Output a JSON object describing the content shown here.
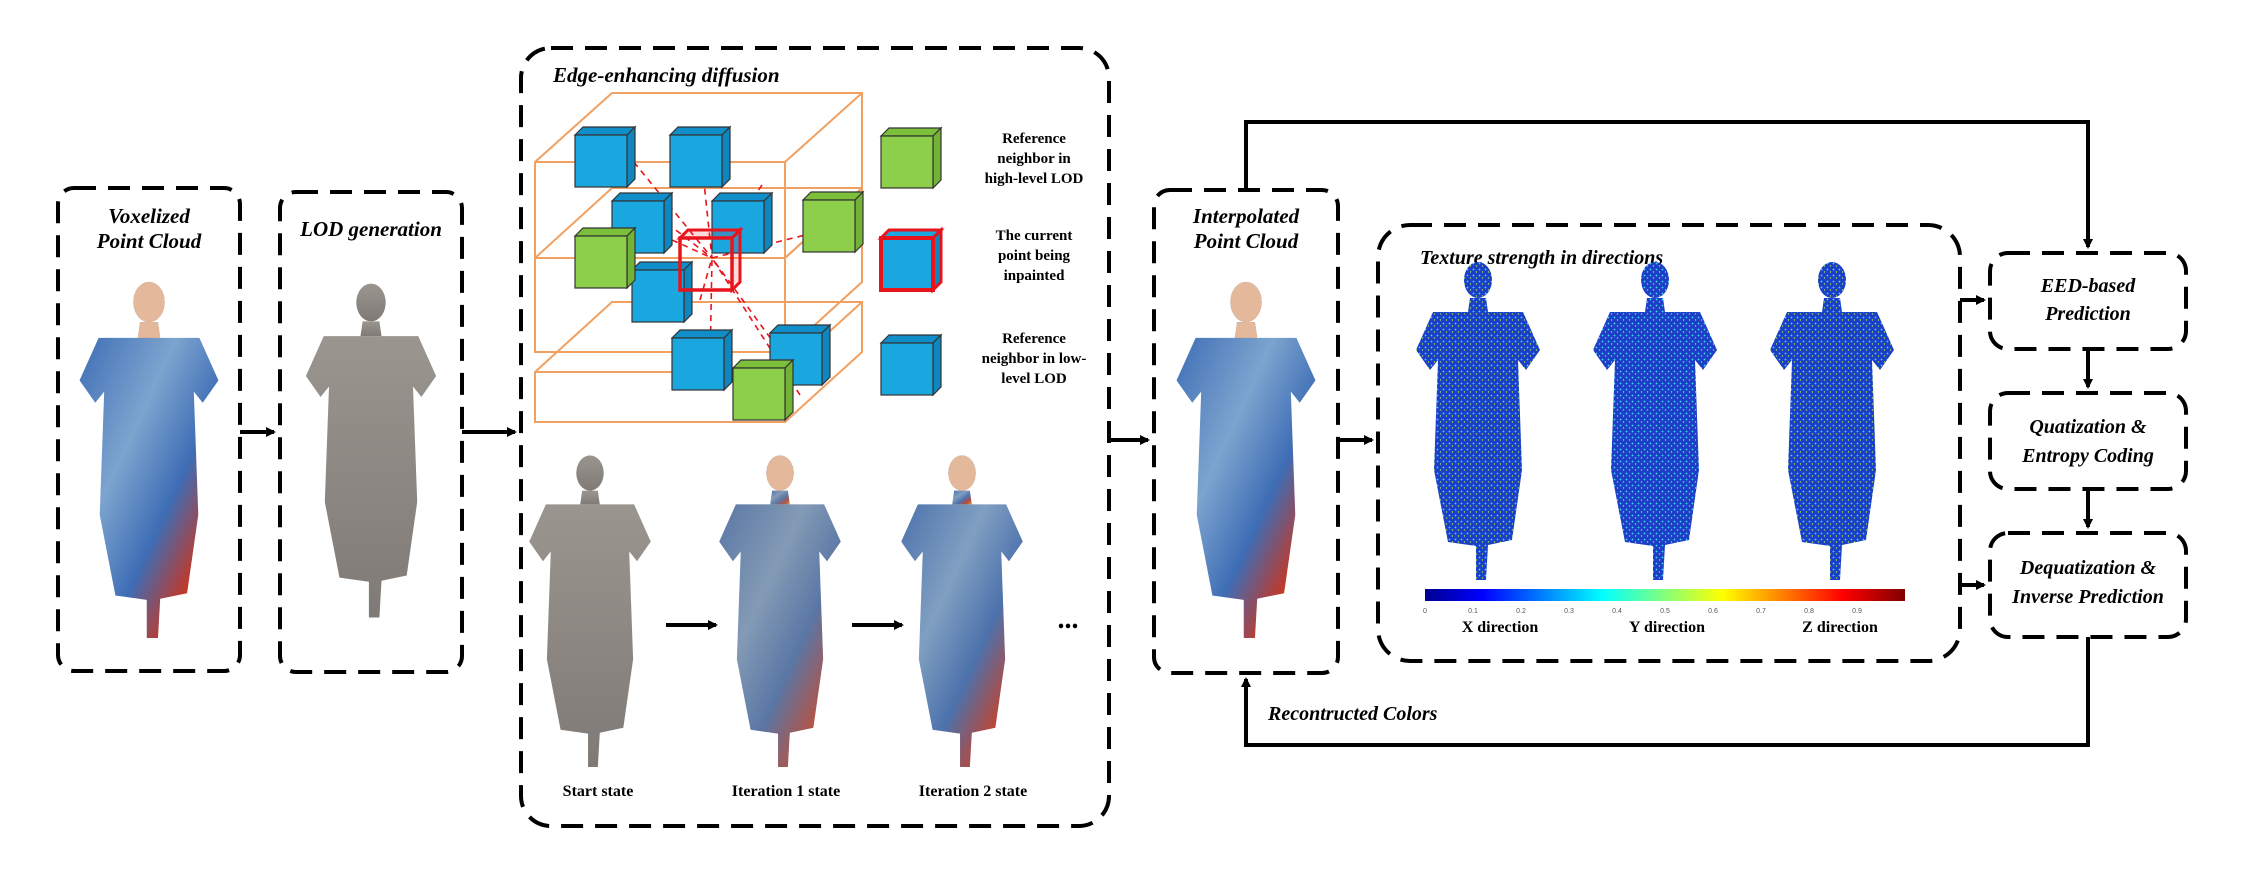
{
  "stages": {
    "voxelized": {
      "line1": "Voxelized",
      "line2": "Point Cloud"
    },
    "lod": {
      "label": "LOD generation"
    },
    "eed": {
      "title": "Edge-enhancing diffusion",
      "legend": {
        "high": [
          "Reference",
          "neighbor in",
          "high-level LOD"
        ],
        "current": [
          "The current",
          "point being",
          "inpainted"
        ],
        "low": [
          "Reference",
          "neighbor in low-",
          "level LOD"
        ]
      },
      "states": [
        "Start state",
        "Iteration 1 state",
        "Iteration 2 state"
      ],
      "ellipsis": "..."
    },
    "interpolated": {
      "line1": "Interpolated",
      "line2": "Point Cloud"
    },
    "texture": {
      "title": "Texture strength in directions",
      "directions": [
        "X direction",
        "Y direction",
        "Z direction"
      ],
      "colorbar_ticks": [
        "0",
        "0.1",
        "0.2",
        "0.3",
        "0.4",
        "0.5",
        "0.6",
        "0.7",
        "0.8",
        "0.9"
      ]
    },
    "prediction": {
      "line1": "EED-based",
      "line2": "Prediction"
    },
    "quantization": {
      "line1": "Quatization &",
      "line2": "Entropy Coding"
    },
    "dequantization": {
      "line1": "Dequatization &",
      "line2": "Inverse Prediction"
    },
    "feedback": {
      "label": "Recontructed Colors"
    }
  },
  "colors": {
    "blue_cube": "#1aa7e0",
    "green_cube": "#8dcf4b",
    "red_outline": "#e8141c",
    "grid_orange": "#f0a060",
    "skin": "#e4b89a",
    "dress_blue": "#3e6db5",
    "dress_red": "#c0392b",
    "gray_cloud": "#8e8a86",
    "heat_blue": "#1d3ec8"
  }
}
